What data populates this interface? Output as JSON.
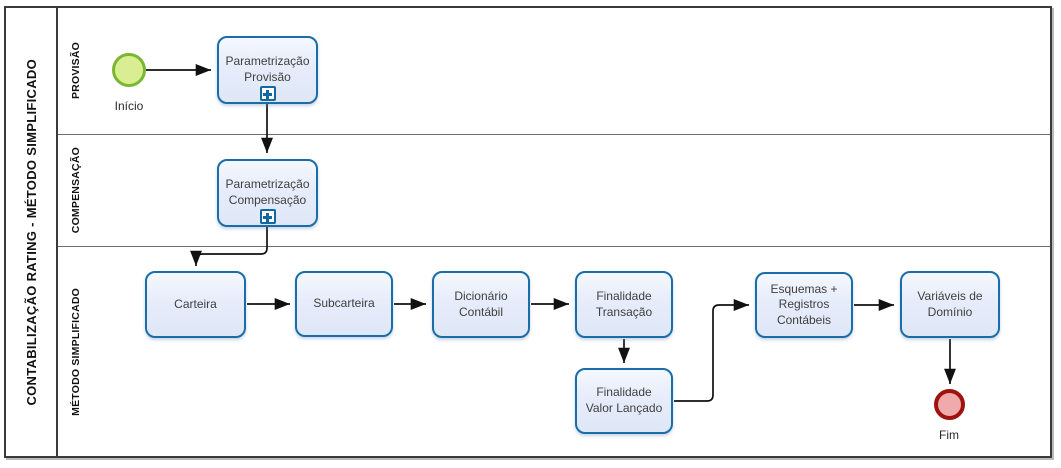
{
  "diagram": {
    "pool_title": "CONTABILIZAÇÃO RATING - MÉTODO SIMPLIFICADO",
    "lanes": [
      {
        "label": "PROVISÃO"
      },
      {
        "label": "COMPENSAÇÃO"
      },
      {
        "label": "MÉTODO SIMPLIFICADO"
      }
    ],
    "events": {
      "start": {
        "label": "Início"
      },
      "end": {
        "label": "Fim"
      }
    },
    "tasks": [
      {
        "id": "parametrizacao-provisao",
        "label": "Parametrização Provisão",
        "type": "subprocess"
      },
      {
        "id": "parametrizacao-compensacao",
        "label": "Parametrização Compensação",
        "type": "subprocess"
      },
      {
        "id": "carteira",
        "label": "Carteira",
        "type": "task"
      },
      {
        "id": "subcarteira",
        "label": "Subcarteira",
        "type": "task"
      },
      {
        "id": "dicionario-contabil",
        "label": "Dicionário Contábil",
        "type": "task"
      },
      {
        "id": "finalidade-transacao",
        "label": "Finalidade Transação",
        "type": "task"
      },
      {
        "id": "finalidade-valor-lancado",
        "label": "Finalidade Valor Lançado",
        "type": "task"
      },
      {
        "id": "esquemas-registros-contabeis",
        "label": "Esquemas + Registros Contábeis",
        "type": "task"
      },
      {
        "id": "variaveis-de-dominio",
        "label": "Variáveis de Domínio",
        "type": "task"
      }
    ],
    "colors": {
      "task_border": "#1a6da6",
      "task_fill": "#e6ecfa",
      "start_border": "#79b732",
      "start_fill": "#d9ee92",
      "end_border": "#9e1310",
      "end_fill": "#efabab",
      "pool_border": "#3a3a3a",
      "connector": "#111111"
    }
  }
}
